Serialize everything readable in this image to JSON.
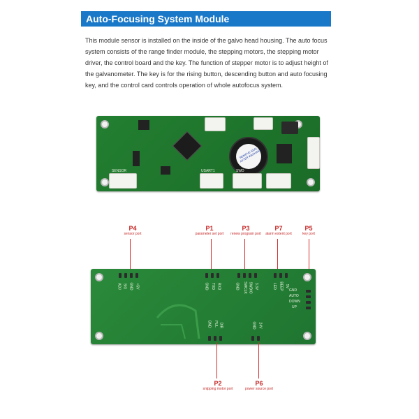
{
  "heading": "Auto-Focusing System Module",
  "description": "This module sensor is installed on the inside of the galvo head housing. The auto focus system consists of the range finder module, the stepping motors, the stepping motor driver, the control board and the key. The function of stepper motor is to adjust height of the galvanometer. The key is for the rising button, descending button and auto focusing key, and the control card controls operation of whole autofocus system.",
  "front_board": {
    "silkscreen": {
      "sensor": "SENSOR",
      "usart": "USART1",
      "swd": "SWD",
      "buzzer_text": "REMOVE SEAL AFTER WASHING"
    }
  },
  "ports": [
    {
      "id": "P4",
      "desc": "sensor port"
    },
    {
      "id": "P1",
      "desc": "parameter set port"
    },
    {
      "id": "P3",
      "desc": "renew program port"
    },
    {
      "id": "P7",
      "desc": "alarm extent port"
    },
    {
      "id": "P5",
      "desc": "key port"
    },
    {
      "id": "P2",
      "desc": "sntpping motor port"
    },
    {
      "id": "P6",
      "desc": "power source port"
    }
  ],
  "back_board": {
    "silkscreen": {
      "p4_pins": [
        "+5V",
        "GND",
        "SIG",
        "ADJ"
      ],
      "p1_pins": [
        "RXD",
        "TXD",
        "GND"
      ],
      "p3_pins": [
        "3.3V",
        "SWDIO",
        "SWCLK",
        "GND"
      ],
      "p7_pins": [
        "5V",
        "BEEP",
        "LED"
      ],
      "p5_pins": [
        "GND",
        "AUTO",
        "DOWN",
        "UP"
      ],
      "p2_pins": [
        "DIR",
        "PUL",
        "GND"
      ],
      "p6_pins": [
        "24V",
        "GND"
      ]
    }
  }
}
